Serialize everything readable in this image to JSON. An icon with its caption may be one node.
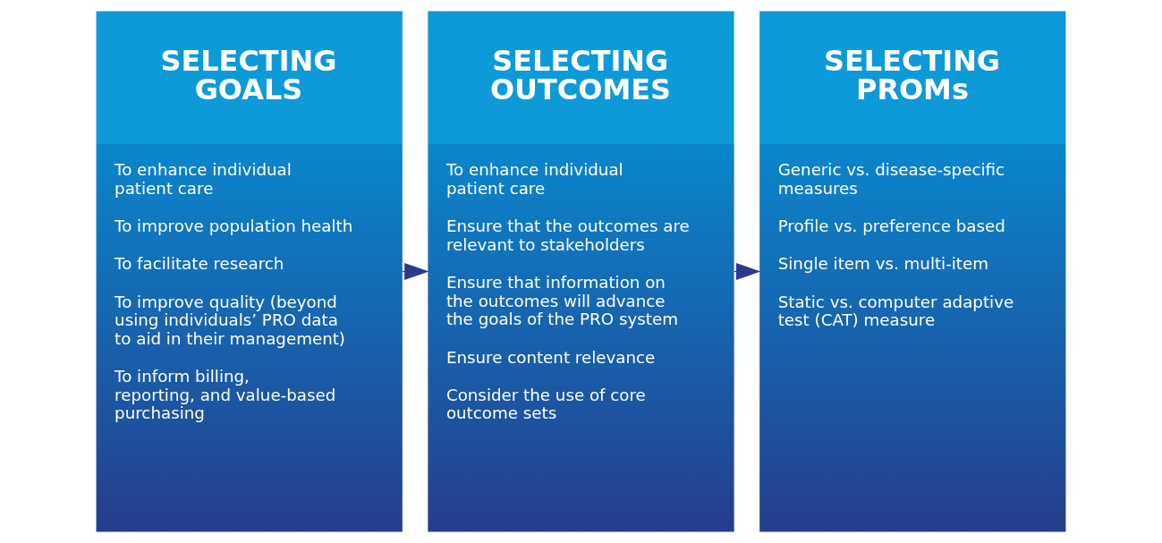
{
  "diagram": {
    "nodes": [
      {
        "text": [
          "SELECTING GOALS",
          "To enhance individual patient care",
          "To improve population health",
          "To facilitate research",
          "To improve quality (beyond using individuals’ PRO data to aid in their management)",
          "To inform billing, reporting, and value-based purchasing"
        ]
      },
      {
        "text": [
          "SELECTING OUTCOMES",
          "To enhance individual patient care",
          "Ensure that the outcomes are relevant to stakeholders",
          "Ensure that information on the outcomes will advance the goals of the PRO system",
          "Ensure content relevance",
          "Consider the use of core outcome sets"
        ]
      },
      {
        "text": [
          "SELECTING PROMs",
          "Generic vs. disease-specific measures",
          "Profile vs. preference based",
          "Single item vs. multi-item",
          "Static vs. computer adaptive test (CAT) measure"
        ]
      }
    ],
    "edges": [
      {
        "from": 0,
        "to": 1,
        "arrow": "to"
      },
      {
        "from": 1,
        "to": 2,
        "arrow": "to"
      }
    ]
  }
}
